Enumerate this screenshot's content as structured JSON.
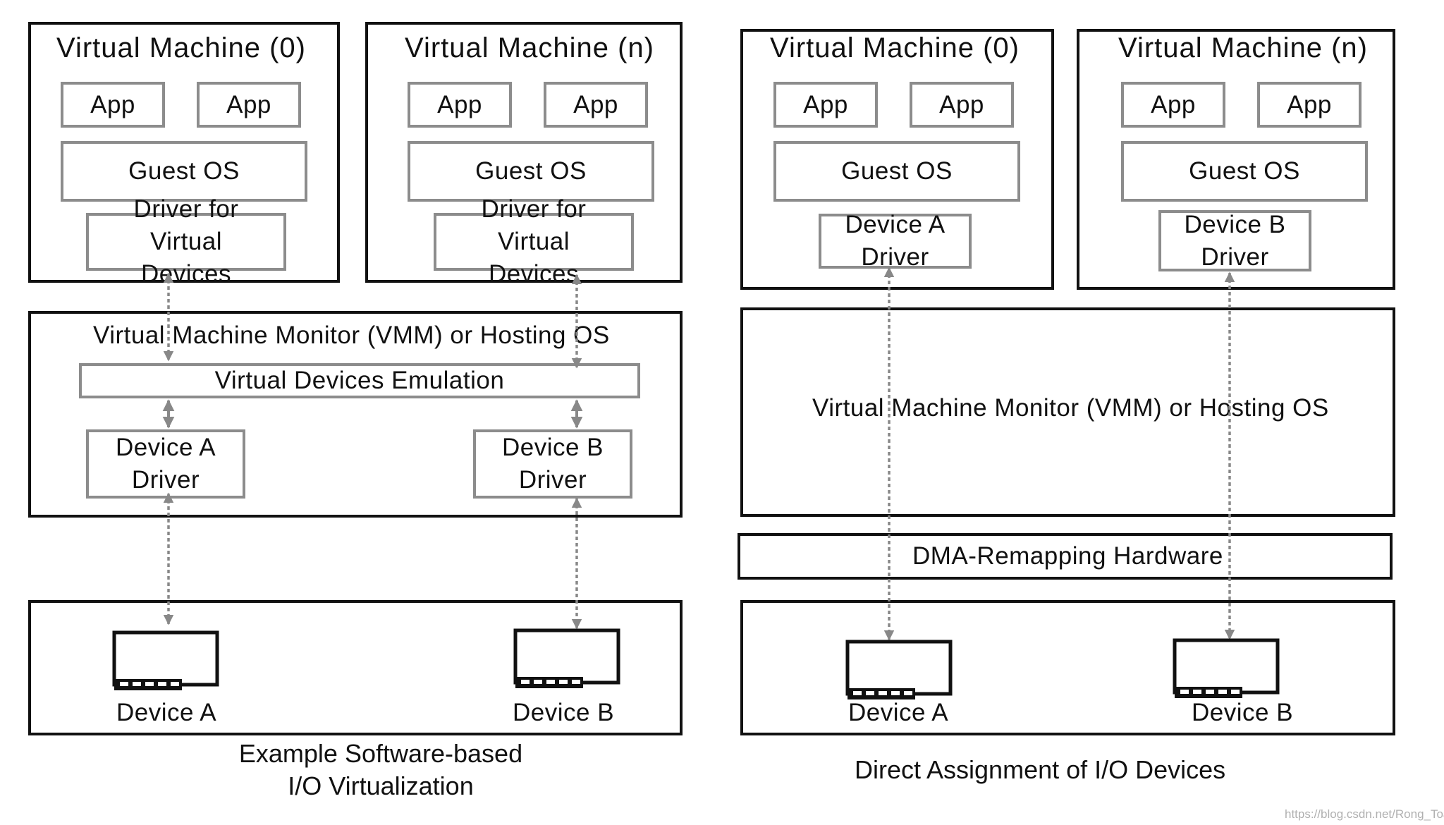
{
  "left": {
    "vm0": {
      "title": "Virtual Machine (0)",
      "app1": "App",
      "app2": "App",
      "guest_os": "Guest OS",
      "driver": "Driver for Virtual Devices"
    },
    "vmn": {
      "title": "Virtual Machine (n)",
      "app1": "App",
      "app2": "App",
      "guest_os": "Guest OS",
      "driver": "Driver for Virtual Devices"
    },
    "vmm": {
      "title": "Virtual Machine Monitor (VMM) or Hosting OS",
      "emulation": "Virtual Devices Emulation",
      "driver_a": "Device A Driver",
      "driver_b": "Device B Driver"
    },
    "devices": {
      "a": "Device A",
      "b": "Device B"
    },
    "caption": "Example Software-based I/O Virtualization"
  },
  "right": {
    "vm0": {
      "title": "Virtual Machine (0)",
      "app1": "App",
      "app2": "App",
      "guest_os": "Guest OS",
      "driver": "Device A Driver"
    },
    "vmn": {
      "title": "Virtual Machine (n)",
      "app1": "App",
      "app2": "App",
      "guest_os": "Guest OS",
      "driver": "Device B Driver"
    },
    "vmm": {
      "title": "Virtual Machine Monitor (VMM) or Hosting OS"
    },
    "dma": "DMA-Remapping Hardware",
    "devices": {
      "a": "Device A",
      "b": "Device B"
    },
    "caption": "Direct Assignment of I/O Devices"
  },
  "watermark": "https://blog.csdn.net/Rong_Toa",
  "colors": {
    "outline": "#111111",
    "inner_outline": "#8c8c8c",
    "arrow": "#888888"
  }
}
